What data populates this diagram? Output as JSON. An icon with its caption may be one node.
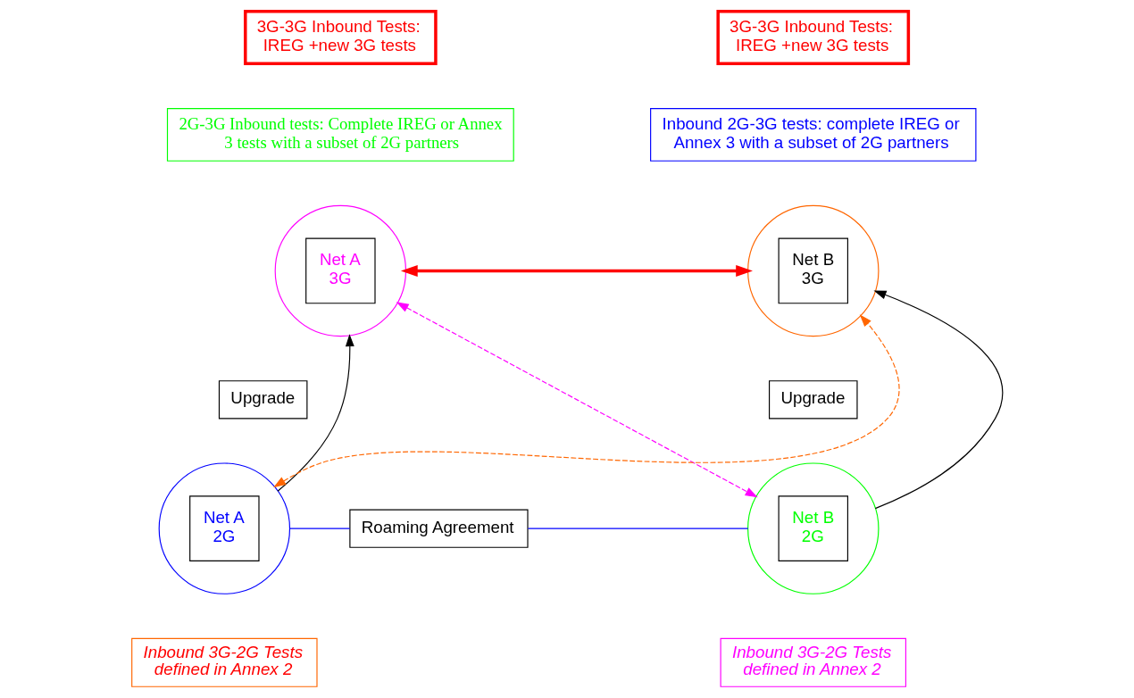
{
  "diagram": {
    "nodes": [
      {
        "text": [
          "3G-3G Inbound Tests: IREG +new 3G tests"
        ]
      },
      {
        "text": [
          "2G-3G Inbound tests: Complete IREG or Annex 3 tests with a subset of 2G partners"
        ]
      },
      {
        "text": [
          "3G-3G Inbound Tests: IREG +new 3G tests"
        ]
      },
      {
        "text": [
          "Inbound 2G-3G tests: complete IREG or Annex 3 with a subset of 2G partners"
        ]
      },
      {
        "text": [
          "Net A 3G"
        ]
      },
      {
        "text": [
          "Net B 3G"
        ]
      },
      {
        "text": [
          "Upgrade"
        ]
      },
      {
        "text": [
          "Upgrade"
        ]
      },
      {
        "text": [
          "Net A 2G"
        ]
      },
      {
        "text": [
          "Roaming Agreement"
        ]
      },
      {
        "text": [
          "Net B 2G"
        ]
      },
      {
        "text": [
          "Inbound 3G-2G Tests defined in Annex 2"
        ]
      },
      {
        "text": [
          "Inbound 3G-2G Tests defined in Annex 2"
        ]
      }
    ],
    "edges": [
      {
        "from": 4,
        "to": 5,
        "arrow": "both",
        "style": "thick",
        "color": "#ff0000"
      },
      {
        "from": 8,
        "to": 4,
        "arrow": "to"
      },
      {
        "from": 10,
        "to": 5,
        "arrow": "to"
      },
      {
        "from": 8,
        "to": 5,
        "arrow": "both",
        "style": "dashed",
        "color": "#ff6600"
      },
      {
        "from": 4,
        "to": 10,
        "arrow": "both",
        "style": "dashed",
        "color": "#ff00ff"
      },
      {
        "from": 8,
        "to": 9,
        "arrow": "none",
        "color": "#0000ff"
      },
      {
        "from": 9,
        "to": 10,
        "arrow": "none",
        "color": "#0000ff"
      }
    ]
  }
}
